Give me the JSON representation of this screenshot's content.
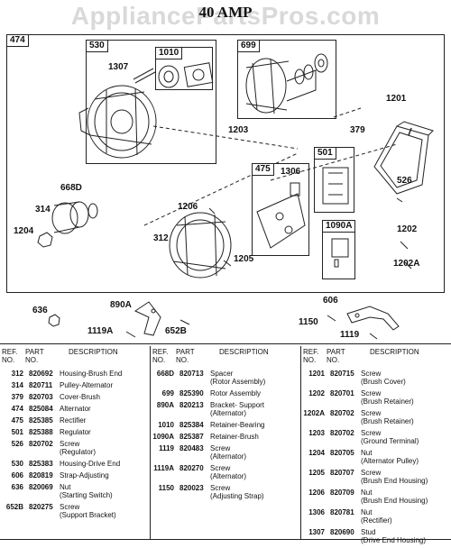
{
  "watermark": "AppliancePartsPros.com",
  "title": "40 AMP",
  "diagram": {
    "group_labels": [
      "474",
      "530",
      "1010",
      "699",
      "475",
      "501",
      "1090A"
    ],
    "callouts": [
      "1307",
      "1203",
      "1201",
      "379",
      "668D",
      "314",
      "1204",
      "1306",
      "526",
      "1206",
      "312",
      "1205",
      "1202",
      "1202A",
      "636",
      "890A",
      "1119A",
      "652B",
      "606",
      "1150",
      "1119"
    ]
  },
  "table": {
    "headers": {
      "ref": "REF.\nNO.",
      "part": "PART\nNO.",
      "desc": "DESCRIPTION"
    },
    "columns": [
      [
        {
          "ref": "312",
          "part": "820692",
          "desc": [
            "Housing-Brush End"
          ]
        },
        {
          "ref": "314",
          "part": "820711",
          "desc": [
            "Pulley-Alternator"
          ]
        },
        {
          "ref": "379",
          "part": "820703",
          "desc": [
            "Cover-Brush"
          ]
        },
        {
          "ref": "474",
          "part": "825084",
          "desc": [
            "Alternator"
          ]
        },
        {
          "ref": "475",
          "part": "825385",
          "desc": [
            "Rectifier"
          ]
        },
        {
          "ref": "501",
          "part": "825388",
          "desc": [
            "Regulator"
          ]
        },
        {
          "ref": "526",
          "part": "820702",
          "desc": [
            "Screw",
            "(Regulator)"
          ]
        },
        {
          "ref": "530",
          "part": "825383",
          "desc": [
            "Housing-Drive End"
          ]
        },
        {
          "ref": "606",
          "part": "820819",
          "desc": [
            "Strap-Adjusting"
          ]
        },
        {
          "ref": "636",
          "part": "820069",
          "desc": [
            "Nut",
            "(Starting Switch)"
          ]
        },
        {
          "ref": "652B",
          "part": "820275",
          "desc": [
            "Screw",
            "(Support Bracket)"
          ]
        }
      ],
      [
        {
          "ref": "668D",
          "part": "820713",
          "desc": [
            "Spacer",
            "(Rotor Assembly)"
          ]
        },
        {
          "ref": "699",
          "part": "825390",
          "desc": [
            "Rotor Assembly"
          ]
        },
        {
          "ref": "890A",
          "part": "820213",
          "desc": [
            "Bracket- Support",
            "(Alternator)"
          ]
        },
        {
          "ref": "1010",
          "part": "825384",
          "desc": [
            "Retainer-Bearing"
          ]
        },
        {
          "ref": "1090A",
          "part": "825387",
          "desc": [
            "Retainer-Brush"
          ]
        },
        {
          "ref": "1119",
          "part": "820483",
          "desc": [
            "Screw",
            "(Alternator)"
          ]
        },
        {
          "ref": "1119A",
          "part": "820270",
          "desc": [
            "Screw",
            "(Alternator)"
          ]
        },
        {
          "ref": "1150",
          "part": "820023",
          "desc": [
            "Screw",
            "(Adjusting Strap)"
          ]
        }
      ],
      [
        {
          "ref": "1201",
          "part": "820715",
          "desc": [
            "Screw",
            "(Brush Cover)"
          ]
        },
        {
          "ref": "1202",
          "part": "820701",
          "desc": [
            "Screw",
            "(Brush Retainer)"
          ]
        },
        {
          "ref": "1202A",
          "part": "820702",
          "desc": [
            "Screw",
            "(Brush Retainer)"
          ]
        },
        {
          "ref": "1203",
          "part": "820702",
          "desc": [
            "Screw",
            "(Ground Terminal)"
          ]
        },
        {
          "ref": "1204",
          "part": "820705",
          "desc": [
            "Nut",
            "(Alternator Pulley)"
          ]
        },
        {
          "ref": "1205",
          "part": "820707",
          "desc": [
            "Screw",
            "(Brush End Housing)"
          ]
        },
        {
          "ref": "1206",
          "part": "820709",
          "desc": [
            "Nut",
            "(Brush End Housing)"
          ]
        },
        {
          "ref": "1306",
          "part": "820781",
          "desc": [
            "Nut",
            "(Rectifier)"
          ]
        },
        {
          "ref": "1307",
          "part": "820690",
          "desc": [
            "Stud",
            "(Drive End Housing)"
          ]
        }
      ]
    ]
  }
}
